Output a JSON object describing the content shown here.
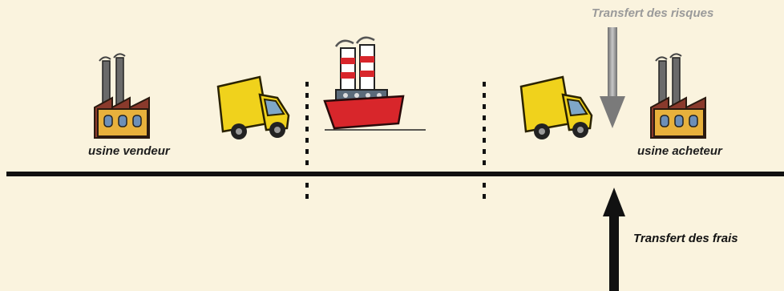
{
  "labels": {
    "seller_factory": "usine vendeur",
    "buyer_factory": "usine acheteur",
    "risk_transfer": "Transfert des risques",
    "cost_transfer": "Transfert des frais"
  },
  "icons": {
    "seller_factory": "factory-icon",
    "truck_outbound": "truck-icon",
    "ship": "ship-icon",
    "truck_inbound": "truck-icon",
    "buyer_factory": "factory-icon"
  },
  "colors": {
    "background": "#faf3de",
    "baseline": "#111111",
    "risk_arrow": "#8c8c8c",
    "cost_arrow": "#111111",
    "truck_body": "#f0d21c",
    "factory_wall": "#e8b13c",
    "factory_roof": "#8a3a2c",
    "ship_hull": "#d8262b"
  }
}
